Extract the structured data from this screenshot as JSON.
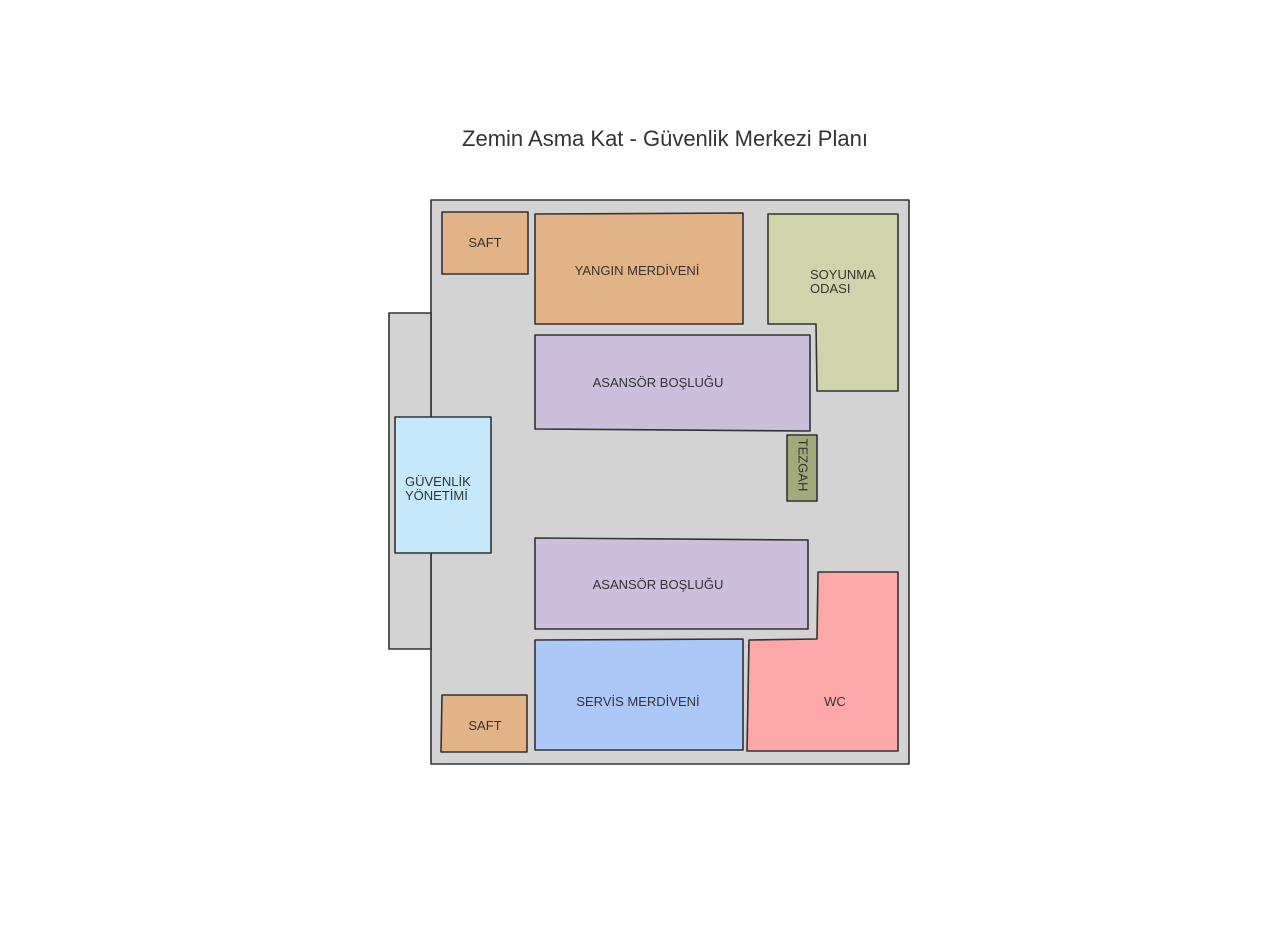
{
  "title": "Zemin Asma Kat - Güvenlik Merkezi Planı",
  "colors": {
    "floor": "#d3d3d3",
    "shaft": "#e3b388",
    "fire_stair": "#e3b388",
    "changing_room": "#cfd4aa",
    "elevator": "#cbbfdb",
    "counter": "#a2a97b",
    "security": "#c5e9fb",
    "service_stair": "#abc8f7",
    "wc": "#fca8a8",
    "outline": "#333333"
  },
  "rooms": {
    "shaft_top": "SAFT",
    "fire_stair": "YANGIN MERDİVENİ",
    "changing_room_line1": "SOYUNMA",
    "changing_room_line2": "ODASI",
    "elevator_top": "ASANSÖR BOŞLUĞU",
    "counter": "TEZGAH",
    "security_line1": "GÜVENLİK",
    "security_line2": "YÖNETİMİ",
    "elevator_bottom": "ASANSÖR BOŞLUĞU",
    "service_stair": "SERVİS MERDİVENİ",
    "wc": "WC",
    "shaft_bottom": "SAFT"
  }
}
